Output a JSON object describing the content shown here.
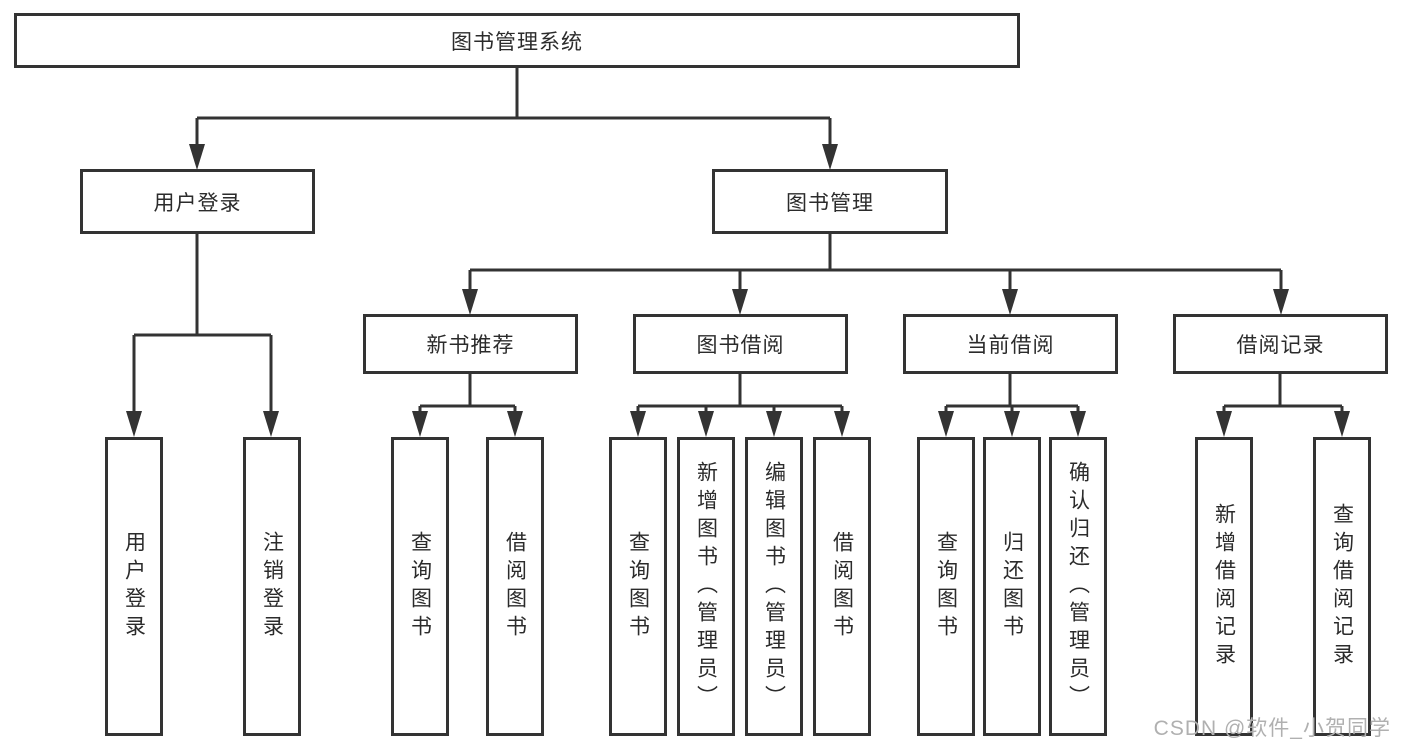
{
  "tree": {
    "root": "图书管理系统",
    "branches": [
      {
        "label": "用户登录",
        "children": [
          "用户登录",
          "注销登录"
        ]
      },
      {
        "label": "图书管理",
        "groups": [
          {
            "label": "新书推荐",
            "children": [
              "查询图书",
              "借阅图书"
            ]
          },
          {
            "label": "图书借阅",
            "children": [
              "查询图书",
              "新增图书（管理员）",
              "编辑图书（管理员）",
              "借阅图书"
            ]
          },
          {
            "label": "当前借阅",
            "children": [
              "查询图书",
              "归还图书",
              "确认归还（管理员）"
            ]
          },
          {
            "label": "借阅记录",
            "children": [
              "新增借阅记录",
              "查询借阅记录"
            ]
          }
        ]
      }
    ]
  },
  "watermark": "CSDN @软件_小贺同学",
  "colors": {
    "line": "#333333",
    "text": "#2b2b2b",
    "watermark": "#b0b0b0",
    "background": "#ffffff"
  }
}
